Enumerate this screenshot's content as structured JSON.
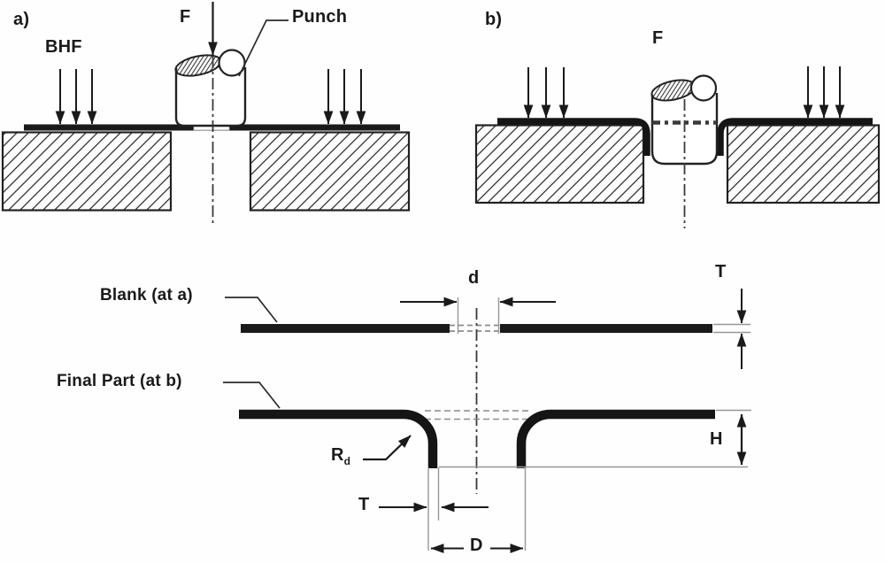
{
  "figure": {
    "panel_a": "a)",
    "panel_b": "b)",
    "blank_holder_force": "BHF",
    "punch_force_a": "F",
    "punch_force_b": "F",
    "punch": "Punch",
    "blank": "Blank (at a)",
    "final_part": "Final Part (at b)",
    "punch_diameter": "d",
    "sheet_thickness": "T",
    "wall_thickness": "T",
    "die_opening_diameter": "D",
    "draw_height": "H",
    "die_radius_symbol": "R",
    "die_radius_subscript": "d"
  },
  "colors": {
    "ink": "#1a1a1a",
    "outline": "#222222",
    "thin_line": "#979797",
    "hidden_dash": "#8c8c8c",
    "background": "#fefefe"
  }
}
